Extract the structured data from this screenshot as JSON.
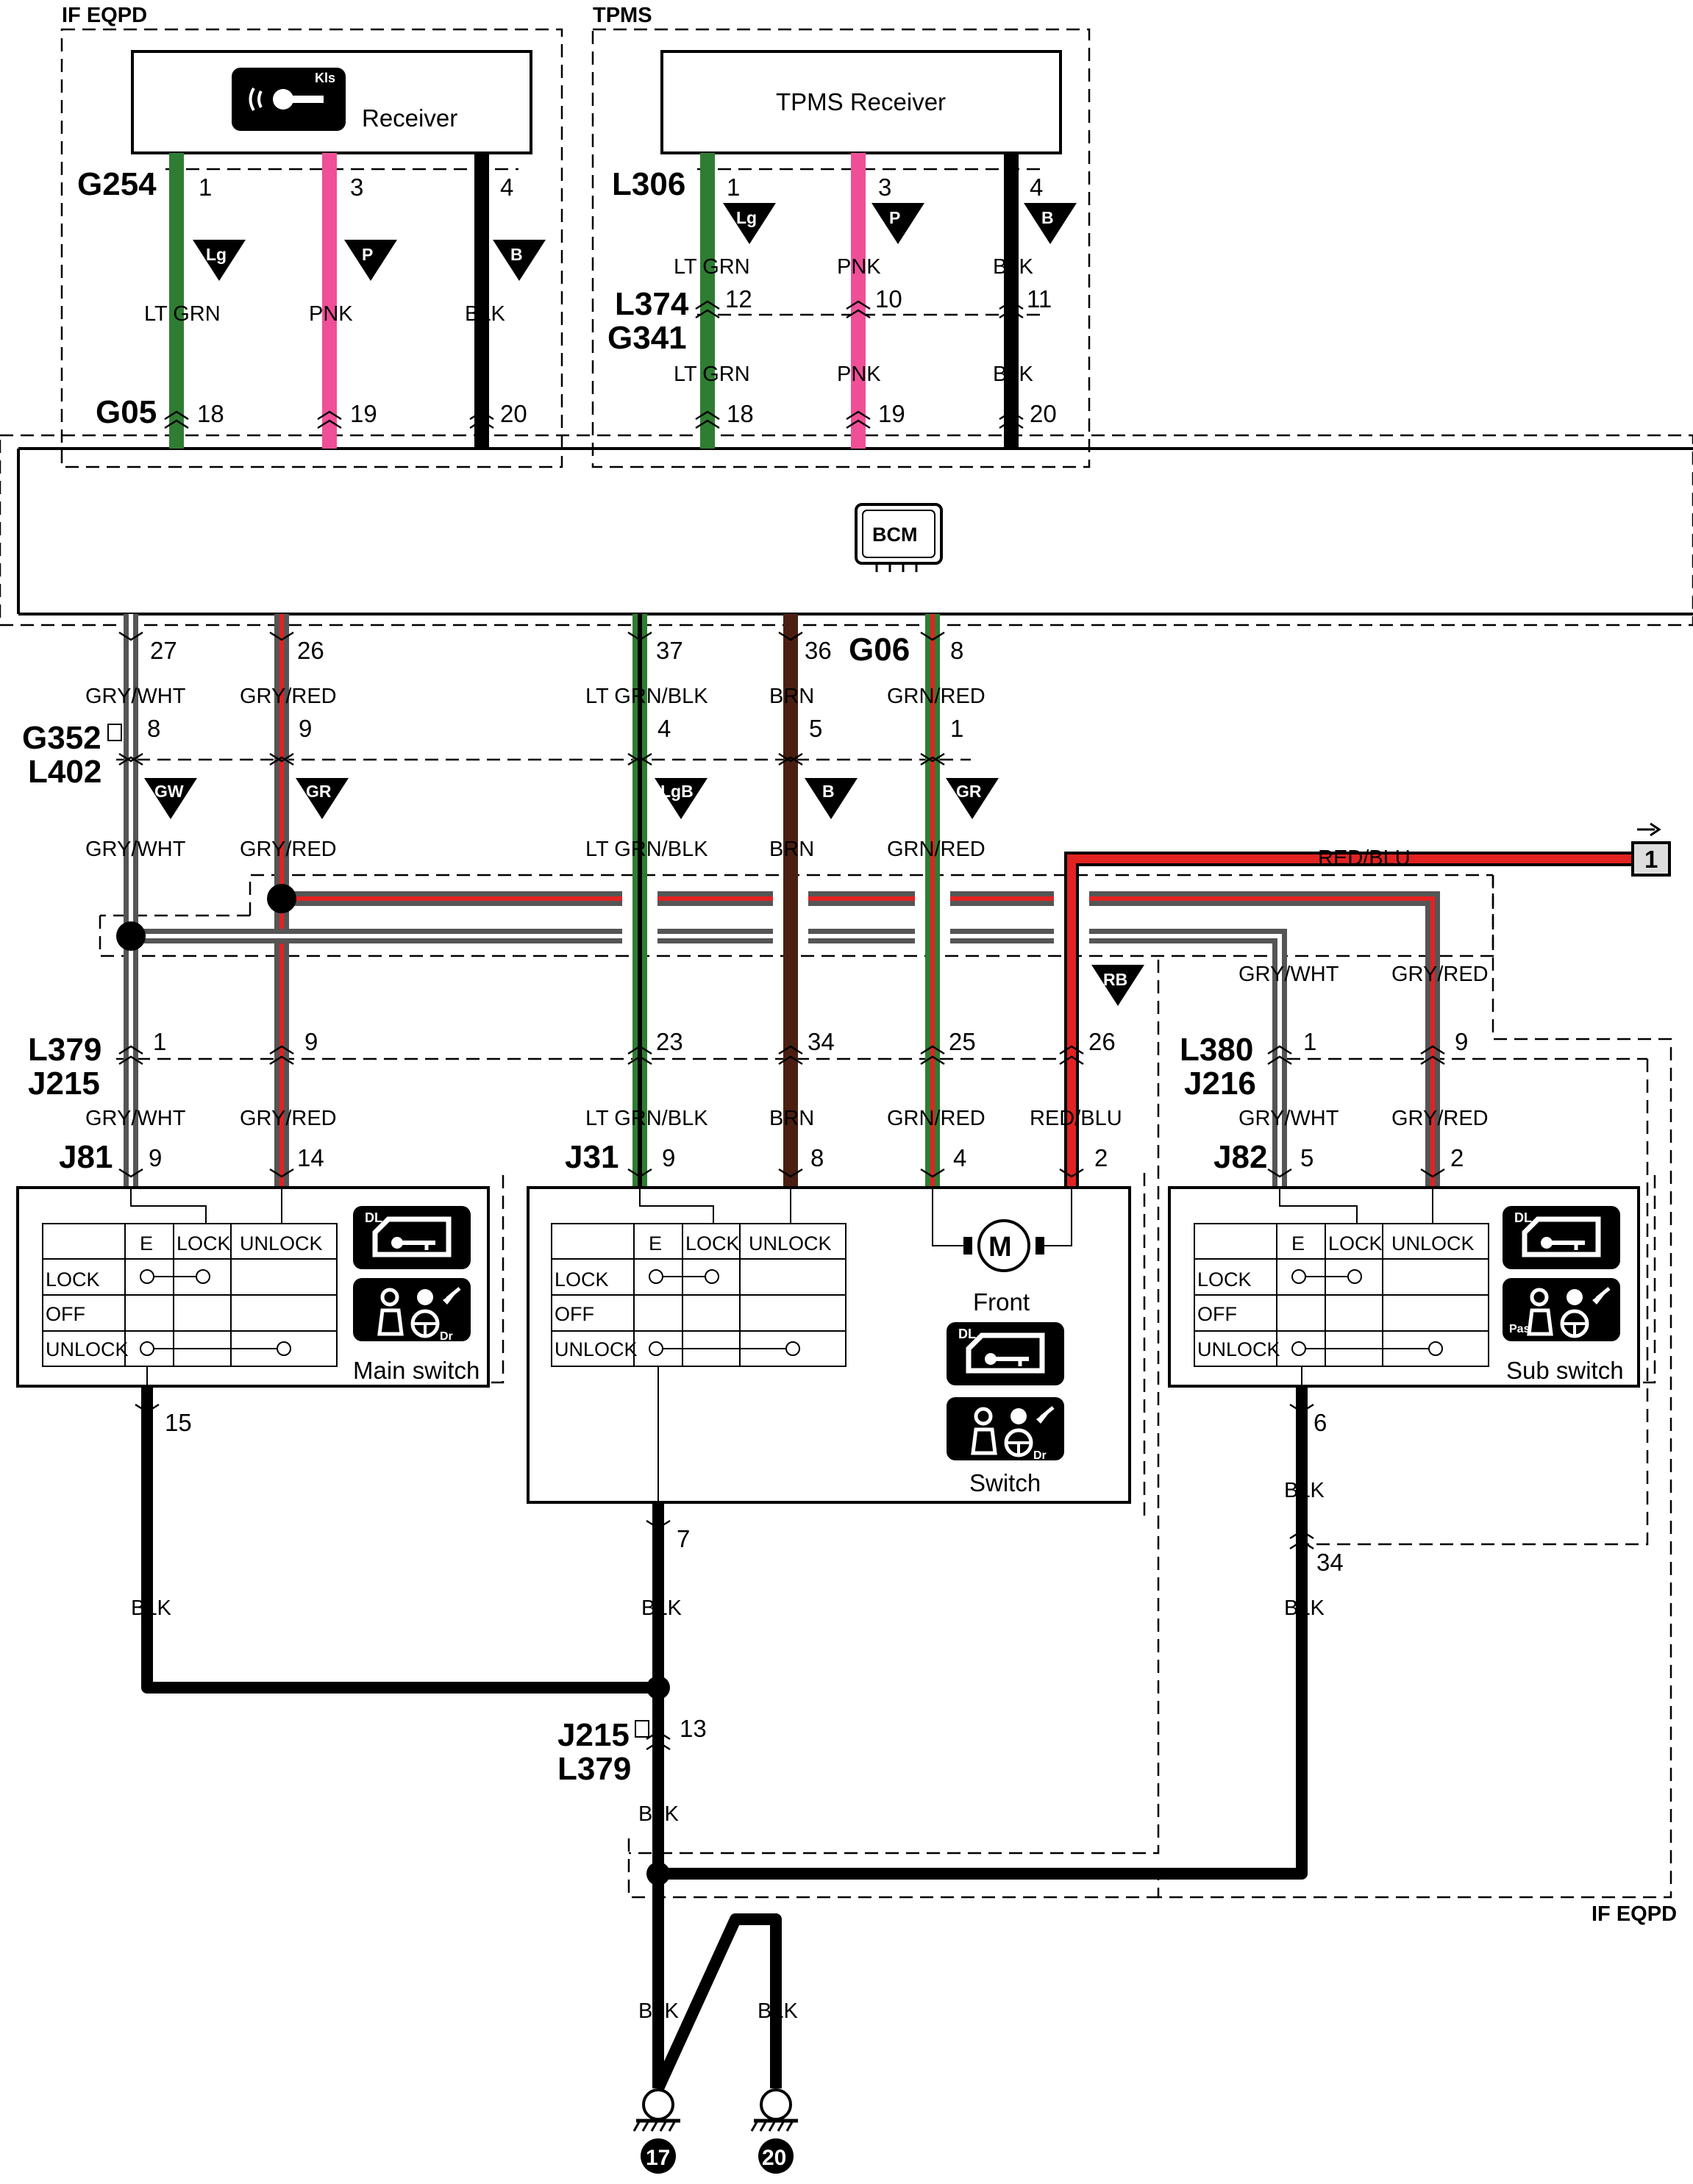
{
  "sections": {
    "top_left": "IF EQPD",
    "top_mid": "TPMS",
    "bottom_right": "IF EQPD"
  },
  "components": {
    "receiver": "Receiver",
    "keyless_badge": "Kls",
    "tpms_receiver": "TPMS Receiver",
    "bcm": "BCM",
    "main_switch": "Main switch",
    "front_switch_line1": "Front",
    "front_switch_line2": "Switch",
    "sub_switch": "Sub switch",
    "motor": "M"
  },
  "connectors": {
    "g254": "G254",
    "g05": "G05",
    "l306": "L306",
    "l374": "L374",
    "g341": "G341",
    "g06": "G06",
    "g352": "G352",
    "l402": "L402",
    "l379": "L379",
    "j215": "J215",
    "l380": "L380",
    "j216": "J216",
    "j81": "J81",
    "j31": "J31",
    "j82": "J82",
    "j215b": "J215",
    "l379b": "L379"
  },
  "colors": {
    "lt_grn": "LT GRN",
    "pnk": "PNK",
    "blk": "BLK",
    "gry_wht": "GRY/WHT",
    "gry_red": "GRY/RED",
    "lt_grn_blk": "LT GRN/BLK",
    "brn": "BRN",
    "grn_red": "GRN/RED",
    "red_blu": "RED/BLU"
  },
  "wire_codes": {
    "lg": "Lg",
    "p": "P",
    "b": "B",
    "gw": "GW",
    "gr": "GR",
    "lgb": "LgB",
    "rb": "RB"
  },
  "pins": {
    "r1": "1",
    "r3": "3",
    "r4": "4",
    "g18": "18",
    "g19": "19",
    "g20": "20",
    "t1": "1",
    "t3": "3",
    "t4": "4",
    "t12": "12",
    "t10": "10",
    "t11": "11",
    "t18": "18",
    "t19": "19",
    "t20": "20",
    "b27": "27",
    "b26": "26",
    "b37": "37",
    "b36": "36",
    "b8": "8",
    "c8": "8",
    "c9": "9",
    "c4": "4",
    "c5": "5",
    "c1": "1",
    "d1": "1",
    "d9": "9",
    "d23": "23",
    "d34": "34",
    "d25": "25",
    "d26": "26",
    "e1": "1",
    "e9": "9",
    "m9": "9",
    "m14": "14",
    "m15": "15",
    "f9": "9",
    "f8": "8",
    "f4": "4",
    "f2": "2",
    "f7": "7",
    "s5": "5",
    "s2": "2",
    "s6": "6",
    "s34": "34",
    "j13": "13"
  },
  "switch_table": {
    "headers": [
      "E",
      "LOCK",
      "UNLOCK"
    ],
    "rows": [
      "LOCK",
      "OFF",
      "UNLOCK"
    ]
  },
  "icons": {
    "door_lock": "DL",
    "driver": "Dr",
    "passenger": "Pas"
  },
  "page_ref": "1",
  "grounds": {
    "g17": "17",
    "g20": "20"
  }
}
